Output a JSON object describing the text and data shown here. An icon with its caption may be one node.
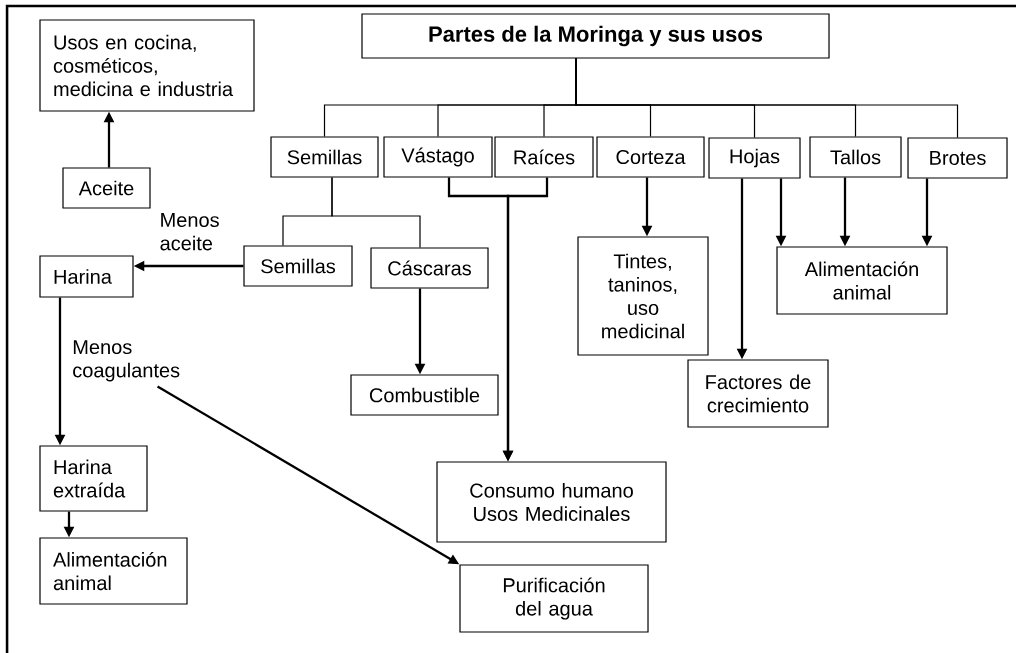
{
  "diagram": {
    "nodes": [
      {
        "text": [
          "Partes de la Moringa y sus usos"
        ]
      },
      {
        "text": [
          "Semillas"
        ]
      },
      {
        "text": [
          "Vástago"
        ]
      },
      {
        "text": [
          "Raíces"
        ]
      },
      {
        "text": [
          "Corteza"
        ]
      },
      {
        "text": [
          "Hojas"
        ]
      },
      {
        "text": [
          "Tallos"
        ]
      },
      {
        "text": [
          "Brotes"
        ]
      },
      {
        "text": [
          "Usos en cocina, cosméticos, medicina e industria"
        ]
      },
      {
        "text": [
          "Aceite"
        ]
      },
      {
        "text": [
          "Harina"
        ]
      },
      {
        "text": [
          "Semillas"
        ]
      },
      {
        "text": [
          "Cáscaras"
        ]
      },
      {
        "text": [
          "Tintes, taninos, uso medicinal"
        ]
      },
      {
        "text": [
          "Alimentación animal"
        ]
      },
      {
        "text": [
          "Factores de crecimiento"
        ]
      },
      {
        "text": [
          "Combustible"
        ]
      },
      {
        "text": [
          "Consumo humano Usos Medicinales"
        ]
      },
      {
        "text": [
          "Harina extraída"
        ]
      },
      {
        "text": [
          "Alimentación animal"
        ]
      },
      {
        "text": [
          "Purificación del agua"
        ]
      },
      {
        "text": [
          "Menos coagulantes"
        ]
      }
    ],
    "edges": [
      {
        "from": 0,
        "to": 1,
        "arrow": "none"
      },
      {
        "from": 0,
        "to": 2,
        "arrow": "none"
      },
      {
        "from": 0,
        "to": 3,
        "arrow": "none"
      },
      {
        "from": 0,
        "to": 4,
        "arrow": "none"
      },
      {
        "from": 0,
        "to": 5,
        "arrow": "none"
      },
      {
        "from": 0,
        "to": 6,
        "arrow": "none"
      },
      {
        "from": 0,
        "to": 7,
        "arrow": "none"
      },
      {
        "from": 1,
        "to": 11,
        "arrow": "none"
      },
      {
        "from": 1,
        "to": 12,
        "arrow": "none"
      },
      {
        "from": 2,
        "to": 17,
        "arrow": "to"
      },
      {
        "from": 3,
        "to": 17,
        "arrow": "to"
      },
      {
        "from": 4,
        "to": 13,
        "arrow": "to"
      },
      {
        "from": 5,
        "to": 15,
        "arrow": "to"
      },
      {
        "from": 5,
        "to": 14,
        "arrow": "to"
      },
      {
        "from": 6,
        "to": 14,
        "arrow": "to"
      },
      {
        "from": 7,
        "to": 14,
        "arrow": "to"
      },
      {
        "from": 9,
        "to": 8,
        "arrow": "to"
      },
      {
        "from": 11,
        "to": 10,
        "arrow": "to",
        "label": "Menos aceite"
      },
      {
        "from": 10,
        "to": 18,
        "arrow": "to"
      },
      {
        "from": 18,
        "to": 19,
        "arrow": "to"
      },
      {
        "from": 21,
        "to": 20,
        "arrow": "to"
      },
      {
        "from": 12,
        "to": 16,
        "arrow": "to"
      }
    ]
  }
}
